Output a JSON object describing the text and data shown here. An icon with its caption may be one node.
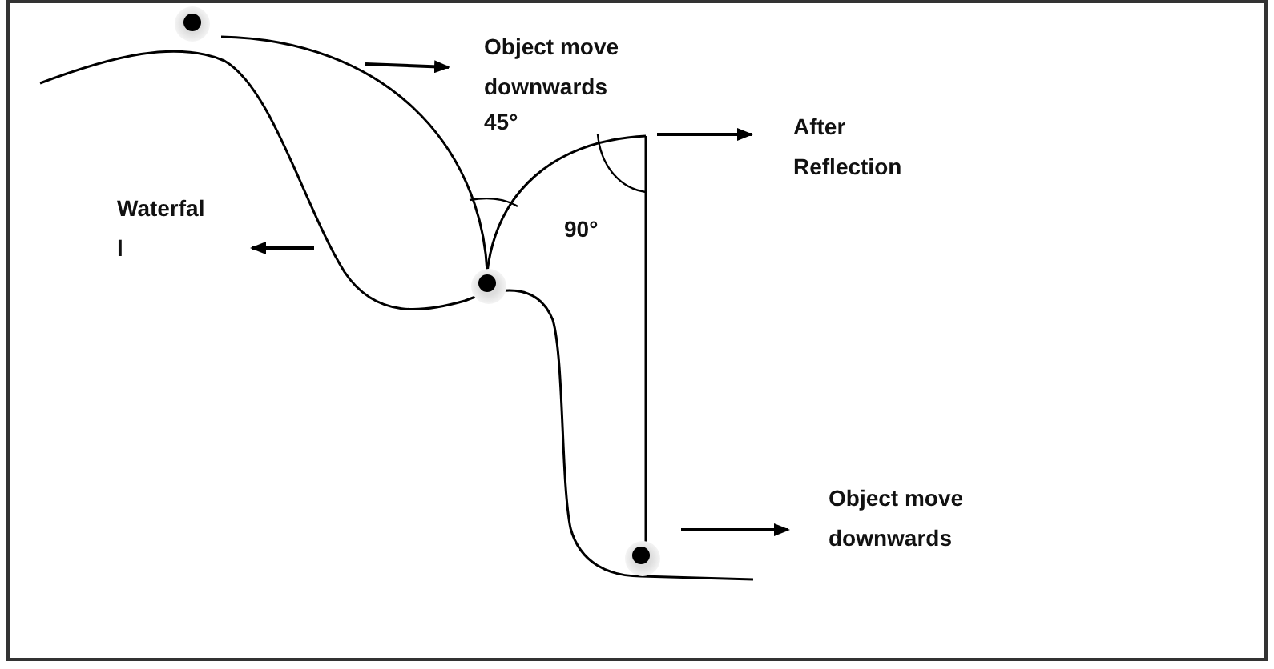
{
  "diagram": {
    "labels": [
      "Object move downwards",
      "45°",
      "After Reflection",
      "Waterfal l",
      "90°",
      "Object move downwards"
    ]
  }
}
